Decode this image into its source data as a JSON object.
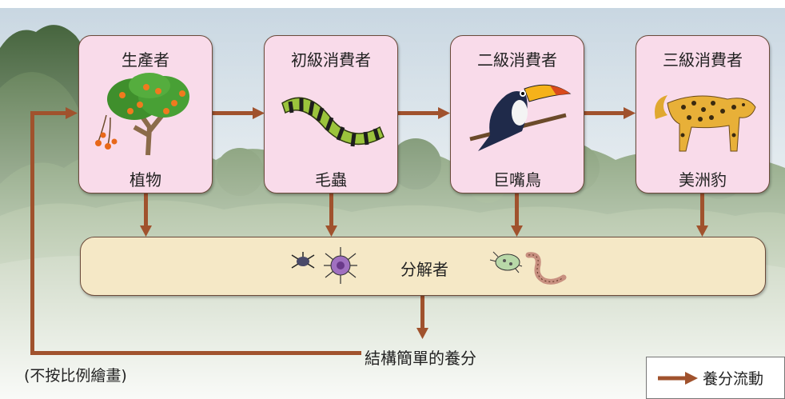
{
  "stages": [
    {
      "title": "生產者",
      "organism": "植物",
      "icon": "orange-tree-icon"
    },
    {
      "title": "初級消費者",
      "organism": "毛蟲",
      "icon": "caterpillar-icon"
    },
    {
      "title": "二級消費者",
      "organism": "巨嘴鳥",
      "icon": "toucan-icon"
    },
    {
      "title": "三級消費者",
      "organism": "美洲豹",
      "icon": "jaguar-icon"
    }
  ],
  "decomposer": {
    "label": "分解者",
    "icons": [
      "mite-icon",
      "fungus-icon",
      "bacterium-icon",
      "earthworm-icon"
    ]
  },
  "return_flow_label": "結構簡單的養分",
  "scale_note": "(不按比例繪畫)",
  "legend": {
    "label": "養分流動",
    "arrow_color": "#a0522d"
  },
  "colors": {
    "box_fill": "#f9dbea",
    "decomposer_fill": "#f5e8c6",
    "arrow": "#a0522d"
  }
}
